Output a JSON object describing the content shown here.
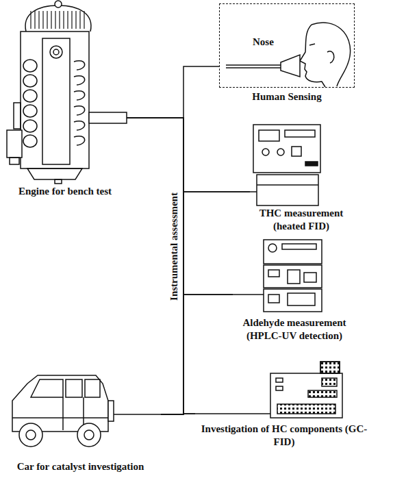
{
  "diagram": {
    "nodes": [
      {
        "text": [
          "Engine for bench test"
        ]
      },
      {
        "text": [
          "Nose",
          "Human Sensing"
        ]
      },
      {
        "text": [
          "THC measurement (heated FID)"
        ]
      },
      {
        "text": [
          "Aldehyde measurement (HPLC-UV detection)"
        ]
      },
      {
        "text": [
          "Investigation of HC components (GC-FID)"
        ]
      },
      {
        "text": [
          "Car for catalyst investigation"
        ]
      }
    ],
    "edges": [
      {
        "from": 0,
        "to": 1,
        "arrow": "none"
      },
      {
        "from": 0,
        "to": 2,
        "arrow": "none"
      },
      {
        "from": 0,
        "to": 3,
        "arrow": "none"
      },
      {
        "from": 0,
        "to": 4,
        "arrow": "none"
      },
      {
        "from": 5,
        "to": 2,
        "arrow": "none"
      },
      {
        "from": 5,
        "to": 3,
        "arrow": "none"
      },
      {
        "from": 5,
        "to": 4,
        "arrow": "none"
      }
    ],
    "labels": [
      "Instrumental assessment"
    ]
  }
}
